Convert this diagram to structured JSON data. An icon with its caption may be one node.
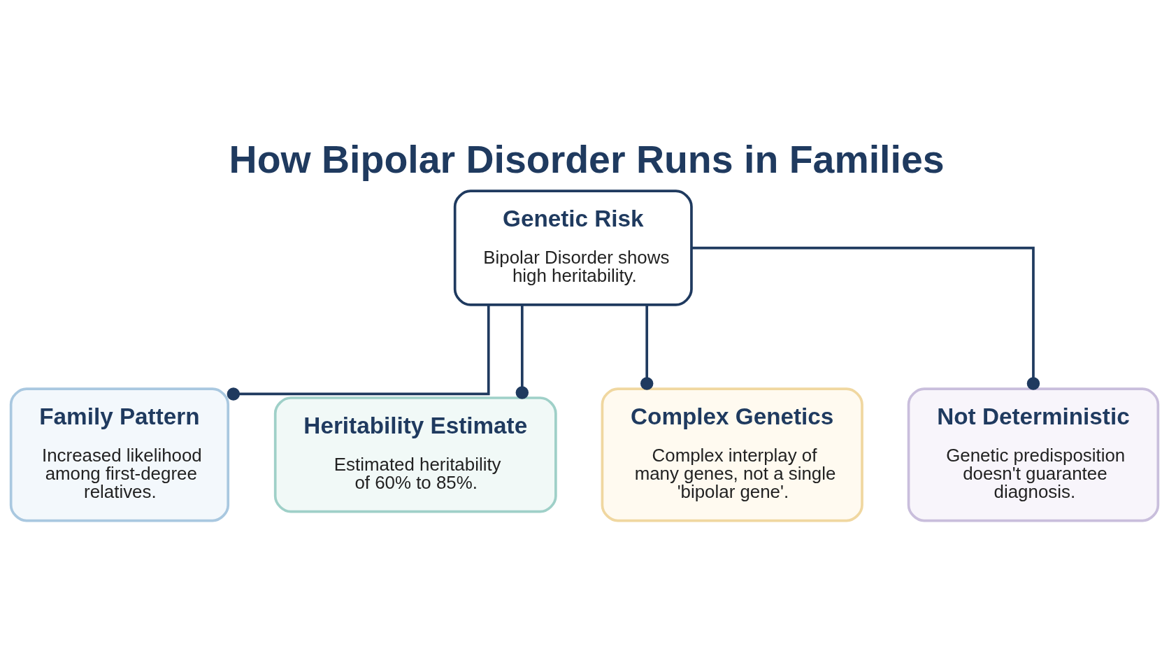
{
  "diagram": {
    "title": "How Bipolar Disorder Runs in Families",
    "nodes": [
      {
        "text": [
          "Genetic Risk",
          "Bipolar Disorder shows high heritability."
        ]
      },
      {
        "text": [
          "Family Pattern",
          "Increased likelihood among first-degree relatives."
        ]
      },
      {
        "text": [
          "Heritability Estimate",
          "Estimated heritability of 60% to 85%."
        ]
      },
      {
        "text": [
          "Complex Genetics",
          "Complex interplay of many genes, not a single 'bipolar gene'."
        ]
      },
      {
        "text": [
          "Not Deterministic",
          "Genetic predisposition doesn't guarantee diagnosis."
        ]
      }
    ],
    "edges": [
      {
        "from": 0,
        "to": 1,
        "arrow": "other"
      },
      {
        "from": 0,
        "to": 2,
        "arrow": "other"
      },
      {
        "from": 0,
        "to": 3,
        "arrow": "other"
      },
      {
        "from": 0,
        "to": 4,
        "arrow": "other"
      }
    ]
  }
}
